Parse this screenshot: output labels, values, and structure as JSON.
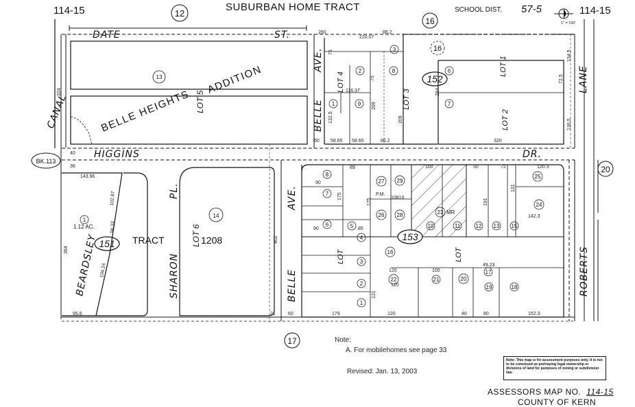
{
  "header": {
    "page_left": "114-15",
    "page_right": "114-15",
    "adjacent_top": "12",
    "tract_name": "SUBURBAN HOME TRACT",
    "school_dist_label": "SCHOOL  DIST.",
    "school_dist_value": "57-5",
    "scale": "1\" = 100'"
  },
  "streets": {
    "date_st": "DATE",
    "date_st_suffix": "ST.",
    "higgins": "HIGGINS",
    "higgins_suffix": "DR.",
    "canal": "CANAL",
    "belle_ave_upper": "BELLE",
    "belle_ave_upper_suffix": "AVE.",
    "belle_ave_lower": "BELLE",
    "belle_ave_lower_suffix": "AVE.",
    "lane": "LANE",
    "beardsley": "BEARDSLEY",
    "sharon": "SHARON",
    "sharon_suffix": "PL.",
    "roberts": "ROBERTS"
  },
  "subdivisions": {
    "belle_heights": "BELLE HEIGHTS",
    "addition": "ADDITION",
    "lot5": "LOT 5",
    "tract": "TRACT",
    "tract_number": "1208",
    "lot6": "LOT 6",
    "lot4": "LOT 4",
    "lot3": "LOT 3",
    "lot1": "LOT 1",
    "lot2": "LOT 2",
    "lot_lower": "LOT"
  },
  "blocks": {
    "b13": "13",
    "b14": "14",
    "b151": "151",
    "b152": "152",
    "b153": "153",
    "b16": "16",
    "b17": "17",
    "b20": "20",
    "bk113": "BK.113"
  },
  "parcels": {
    "p1_upper": "1",
    "p2_upper": "2",
    "p3_upper": "3",
    "p8_upper": "8",
    "p9_upper": "9",
    "p16_upper": "16",
    "p6_152": "6",
    "p7_152": "7",
    "p1_tract": "1",
    "acres": "1.12 AC.",
    "p14": "14",
    "p8": "8",
    "p7": "7",
    "p6": "6",
    "p5": "5",
    "p4": "4",
    "p3": "3",
    "p2": "2",
    "p1": "1",
    "p27": "27",
    "p29": "29",
    "p26": "26",
    "p28": "28",
    "p23": "23",
    "mr": "MR",
    "p10": "10",
    "p11": "11",
    "p12": "12",
    "p13": "13",
    "p15": "15",
    "p24": "24",
    "p25": "25",
    "p16": "16",
    "p22": "22",
    "p21": "21",
    "p20": "20",
    "p19": "19",
    "p18": "18",
    "p17": "17",
    "pm": "P.M.",
    "pm_num": "10810"
  },
  "dimensions": {
    "d260": "260",
    "d22007": "220.07",
    "d862": "86.2",
    "d75a": "75",
    "d75b": "75",
    "d11637": "116.37",
    "d209a": "209",
    "d209b": "209",
    "d1325": "132.5",
    "d50": "50",
    "d5865a": "58.65",
    "d5865b": "58.65",
    "d862b": "86.2",
    "d320": "320",
    "d1345": "134.5",
    "d725": "72.5",
    "d1305": "130.5",
    "d284": "284",
    "d324": "324",
    "d40": "40",
    "d38": "38",
    "d14396": "143.96",
    "d10287": "102.87",
    "d9433": "94.33",
    "d10424": "104.24",
    "d364": "364",
    "d402": "402",
    "d956": "95.6",
    "d21": "21",
    "d60": "60",
    "d89": "89",
    "d90a": "90",
    "d90b": "90",
    "d179": "179",
    "d120a": "120",
    "d100a": "100",
    "d50b": "50",
    "d72": "72",
    "d1203": "120.3",
    "d1423": "142.3",
    "d4923": "49.23",
    "d120b": "120",
    "d100b": "100",
    "d120c": "120",
    "d40b": "40",
    "d80": "80",
    "d1523": "152.3",
    "d175a": "175",
    "d175b": "175",
    "d131": "131",
    "d191": "191",
    "d121": "121",
    "d85": "85"
  },
  "notes": {
    "note_label": "Note:",
    "note_a": "A. For mobilehomes see page 33",
    "revised": "Revised:  Jan. 13, 2003",
    "disclaimer": "Note: This map is for assessment purposes only. It is not to be construed as portraying legal ownership or divisions of land for purposes of zoning or subdivision law."
  },
  "footer": {
    "title": "ASSESSORS MAP NO.",
    "number": "114-15",
    "county": "COUNTY OF KERN"
  }
}
